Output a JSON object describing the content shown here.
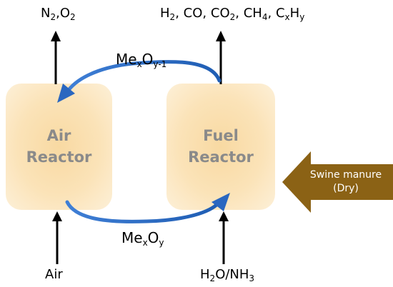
{
  "reactors": {
    "air": {
      "line1": "Air",
      "line2": "Reactor"
    },
    "fuel": {
      "line1": "Fuel",
      "line2": "Reactor"
    }
  },
  "outputs": {
    "air": {
      "base1": "N",
      "sub1": "2",
      "sep": ",",
      "base2": "O",
      "sub2": "2"
    },
    "fuel": {
      "h2": "H",
      "h2_sub": "2",
      "co": "CO",
      "co2": "CO",
      "co2_sub": "2",
      "ch4": "CH",
      "ch4_sub": "4",
      "cxhy_c": "C",
      "cxhy_x": "x",
      "cxhy_h": "H",
      "cxhy_y": "y",
      "sep": ","
    }
  },
  "inputs": {
    "air": "Air",
    "fuel": {
      "h": "H",
      "h_sub": "2",
      "rest": "O/NH",
      "rest_sub": "3"
    }
  },
  "oxides": {
    "top": {
      "me": "Me",
      "x": "x",
      "o": "O",
      "y": "y-1"
    },
    "bottom": {
      "me": "Me",
      "x": "x",
      "o": "O",
      "y": "y"
    }
  },
  "feed": {
    "line1": "Swine manure",
    "line2": "(Dry)"
  },
  "colors": {
    "reactor_fill": "#fbe3b8",
    "reactor_text": "#8a8a8a",
    "loop_arrow": "#2d6bc4",
    "feed_arrow": "#8b6215",
    "stream_arrow": "#000000"
  }
}
